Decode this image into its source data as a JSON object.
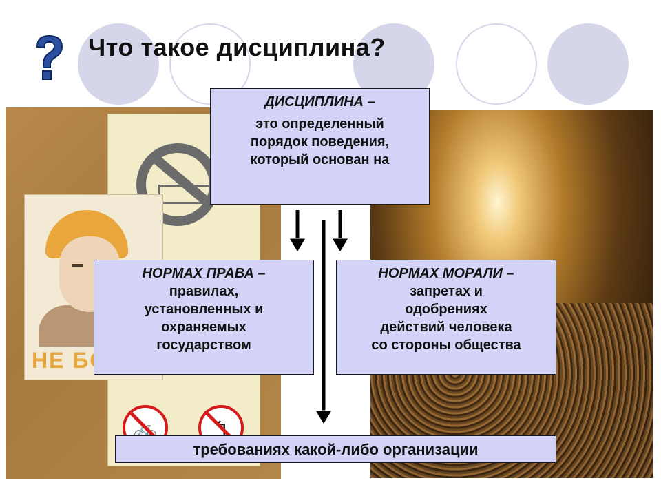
{
  "title": "Что такое дисциплина?",
  "main_box": {
    "heading": "ДИСЦИПЛИНА –",
    "lines": [
      "это определенный",
      "порядок поведения,",
      "который основан на"
    ]
  },
  "left_box": {
    "heading": "НОРМАХ ПРАВА –",
    "lines": [
      "правилах,",
      "установленных и",
      "охраняемых",
      "государством"
    ]
  },
  "right_box": {
    "heading": "НОРМАХ МОРАЛИ –",
    "lines": [
      "запретах и",
      "одобрениях",
      "действий человека",
      "со стороны общества"
    ]
  },
  "bottom_box": {
    "text": "требованиях какой-либо организации"
  },
  "poster_text": "НЕ БО",
  "colors": {
    "box_fill": "#d3d4f7",
    "circle_fill": "#d6d6ea",
    "question_mark": "#2c4fa0"
  },
  "icons": [
    "question-mark-icon",
    "no-entry-sign-icon",
    "no-bicycle-sign-icon",
    "no-left-turn-sign-icon"
  ]
}
